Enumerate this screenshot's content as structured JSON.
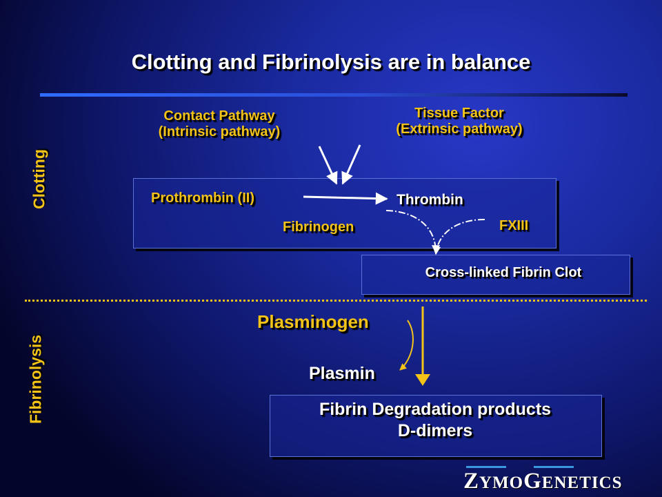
{
  "title": "Clotting and Fibrinolysis are in balance",
  "side_labels": {
    "clotting": "Clotting",
    "fibrinolysis": "Fibrinolysis"
  },
  "clotting": {
    "contact_pathway": [
      "Contact Pathway",
      "(Intrinsic pathway)"
    ],
    "tissue_factor": [
      "Tissue Factor",
      "(Extrinsic pathway)"
    ],
    "prothrombin": "Prothrombin (II)",
    "thrombin": "Thrombin",
    "fibrinogen": "Fibrinogen",
    "fxiii": "FXIII",
    "clot": "Cross-linked Fibrin Clot"
  },
  "fibrinolysis": {
    "plasminogen": "Plasminogen",
    "plasmin": "Plasmin",
    "products": [
      "Fibrin Degradation products",
      "D-dimers"
    ]
  },
  "logo": {
    "z": "Z",
    "ymo": "YMO",
    "g": "G",
    "enetics": "ENETICS"
  },
  "colors": {
    "label_yellow": "#f3c317",
    "text_white": "#ffffff",
    "background_blue": "#1a2aa0",
    "logo_bar_blue": "#3a98e0"
  }
}
